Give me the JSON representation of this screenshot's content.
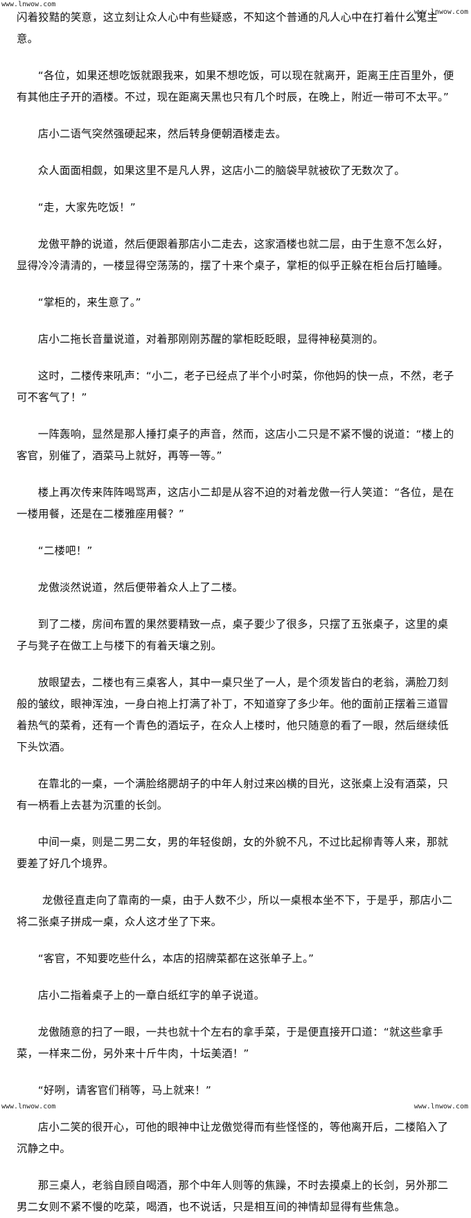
{
  "watermarks": {
    "top_left": "www.lnwow.com",
    "top_right": "www.lnwow.com",
    "bottom_left": "www.lnwow.com",
    "bottom_right": "www.lnwow.com"
  },
  "paragraphs": [
    "闪着狡黠的笑意，这立刻让众人心中有些疑惑，不知这个普通的凡人心中在打着什么鬼主意。",
    "“各位，如果还想吃饭就跟我来，如果不想吃饭，可以现在就离开，距离王庄百里外，便有其他庄子开的酒楼。不过，现在距离天黑也只有几个时辰，在晚上，附近一带可不太平。”",
    "店小二语气突然强硬起来，然后转身便朝酒楼走去。",
    "众人面面相觑，如果这里不是凡人界，这店小二的脑袋早就被砍了无数次了。",
    "“走，大家先吃饭！”",
    "龙傲平静的说道，然后便跟着那店小二走去，这家酒楼也就二层，由于生意不怎么好，显得冷冷清清的，一楼显得空荡荡的，摆了十来个桌子，掌柜的似乎正躲在柜台后打瞌睡。",
    "“掌柜的，来生意了。”",
    "店小二拖长音量说道，对着那刚刚苏醒的掌柜眨眨眼，显得神秘莫测的。",
    "这时，二楼传来吼声：“小二，老子已经点了半个小时菜，你他妈的快一点，不然，老子可不客气了！”",
    "一阵轰响，显然是那人捶打桌子的声音，然而，这店小二只是不紧不慢的说道：“楼上的客官，别催了，酒菜马上就好，再等一等。”",
    "楼上再次传来阵阵喝骂声，这店小二却是从容不迫的对着龙傲一行人笑道：“各位，是在一楼用餐，还是在二楼雅座用餐？”",
    "“二楼吧！”",
    "龙傲淡然说道，然后便带着众人上了二楼。",
    "到了二楼，房间布置的果然要精致一点，桌子要少了很多，只摆了五张桌子，这里的桌子与凳子在做工上与楼下的有着天壤之别。",
    "放眼望去，二楼也有三桌客人，其中一桌只坐了一人，是个须发皆白的老翁，满脸刀刻般的皱纹，眼神浑浊，一身白袍上打满了补丁，不知道穿了多少年。他的面前正摆着三道冒着热气的菜肴，还有一个青色的酒坛子，在众人上楼时，他只随意的看了一眼，然后继续低下头饮酒。",
    "在靠北的一桌，一个满脸络腮胡子的中年人射过来凶横的目光，这张桌上没有酒菜，只有一柄看上去甚为沉重的长剑。",
    "中间一桌，则是二男二女，男的年轻俊朗，女的外貌不凡，不过比起柳青等人来，那就要差了好几个境界。",
    "龙傲径直走向了靠南的一桌，由于人数不少，所以一桌根本坐不下，于是乎，那店小二将二张桌子拼成一桌，众人这才坐了下来。",
    "“客官，不知要吃些什么，本店的招牌菜都在这张单子上。”",
    "店小二指着桌子上的一章白纸红字的单子说道。",
    "龙傲随意的扫了一眼，一共也就十个左右的拿手菜，于是便直接开口道：“就这些拿手菜，一样来二份，另外来十斤牛肉，十坛美酒！”",
    "“好咧，请客官们稍等，马上就来！”",
    "店小二笑的很开心，可他的眼神中让龙傲觉得而有些怪怪的，等他离开后，二楼陷入了沉静之中。",
    "那三桌人，老翁自顾自喝酒，那个中年人则等的焦躁，不时去摸桌上的长剑，另外那二男二女则不紧不慢的吃菜，喝酒，也不说话，只是相互间的神情却显得有些焦急。"
  ]
}
